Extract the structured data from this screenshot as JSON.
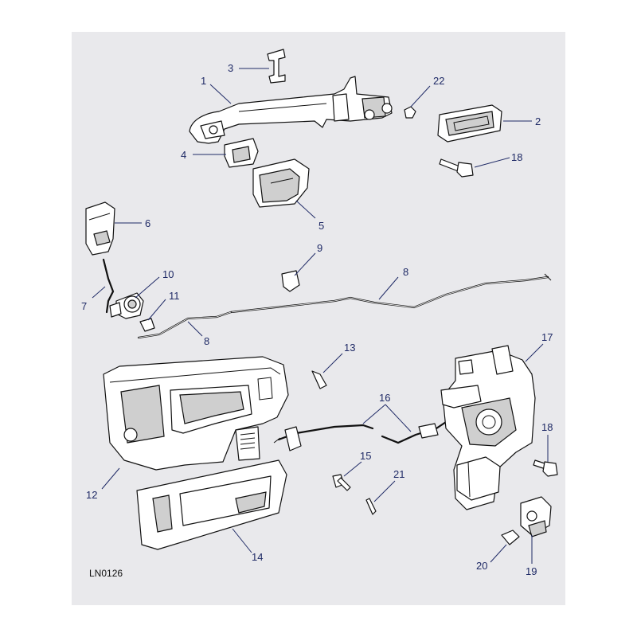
{
  "diagram": {
    "background_color": "#e9e9ec",
    "callout_color": "#1f2a66",
    "reference": "LN0126",
    "callouts": [
      "1",
      "2",
      "3",
      "4",
      "5",
      "6",
      "7",
      "8",
      "8",
      "9",
      "10",
      "11",
      "12",
      "13",
      "14",
      "15",
      "16",
      "17",
      "18",
      "18",
      "19",
      "20",
      "21",
      "22"
    ]
  }
}
